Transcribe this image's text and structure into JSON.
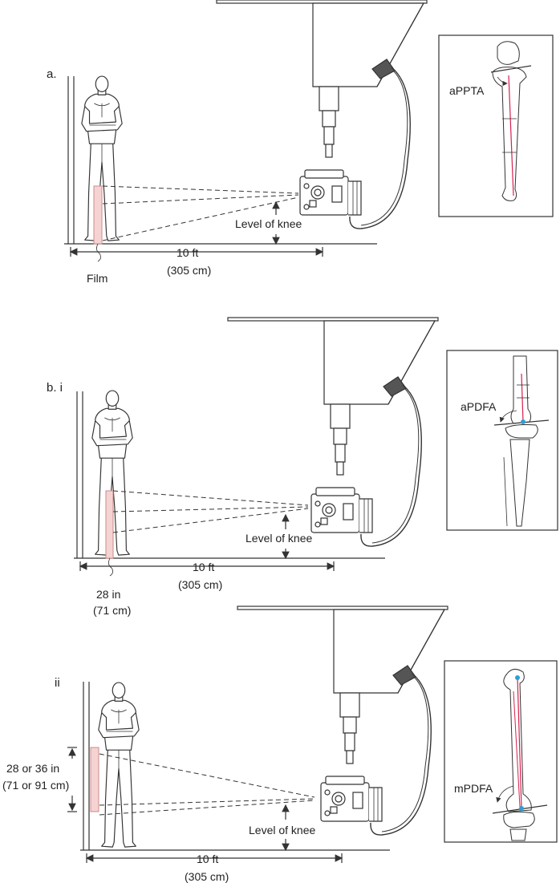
{
  "panels": [
    {
      "id": "a",
      "panel_label": "a.",
      "level_label": "Level of knee",
      "distance_label": "10 ft",
      "distance_metric": "(305 cm)",
      "film_label": "Film",
      "inset_label": "aPPTA"
    },
    {
      "id": "b-i",
      "panel_label": "b. i",
      "level_label": "Level of knee",
      "distance_label": "10 ft",
      "distance_metric": "(305 cm)",
      "film_height_label": "28 in",
      "film_height_metric": "(71 cm)",
      "inset_label": "aPDFA"
    },
    {
      "id": "b-ii",
      "panel_label": "ii",
      "level_label": "Level of knee",
      "distance_label": "10 ft",
      "distance_metric": "(305 cm)",
      "film_height_label": "28 or 36 in",
      "film_height_metric": "(71 or 91 cm)",
      "inset_label": "mPDFA"
    }
  ],
  "colors": {
    "film_fill": "#f6d3d3",
    "film_stroke": "#c98b8b",
    "axis_line": "#d6204e",
    "landmark_dot": "#2a9fd6",
    "ink": "#333333"
  },
  "icons": [
    "standing-person",
    "xray-tube",
    "ceiling-mount",
    "film-cassette",
    "bone-inset"
  ]
}
